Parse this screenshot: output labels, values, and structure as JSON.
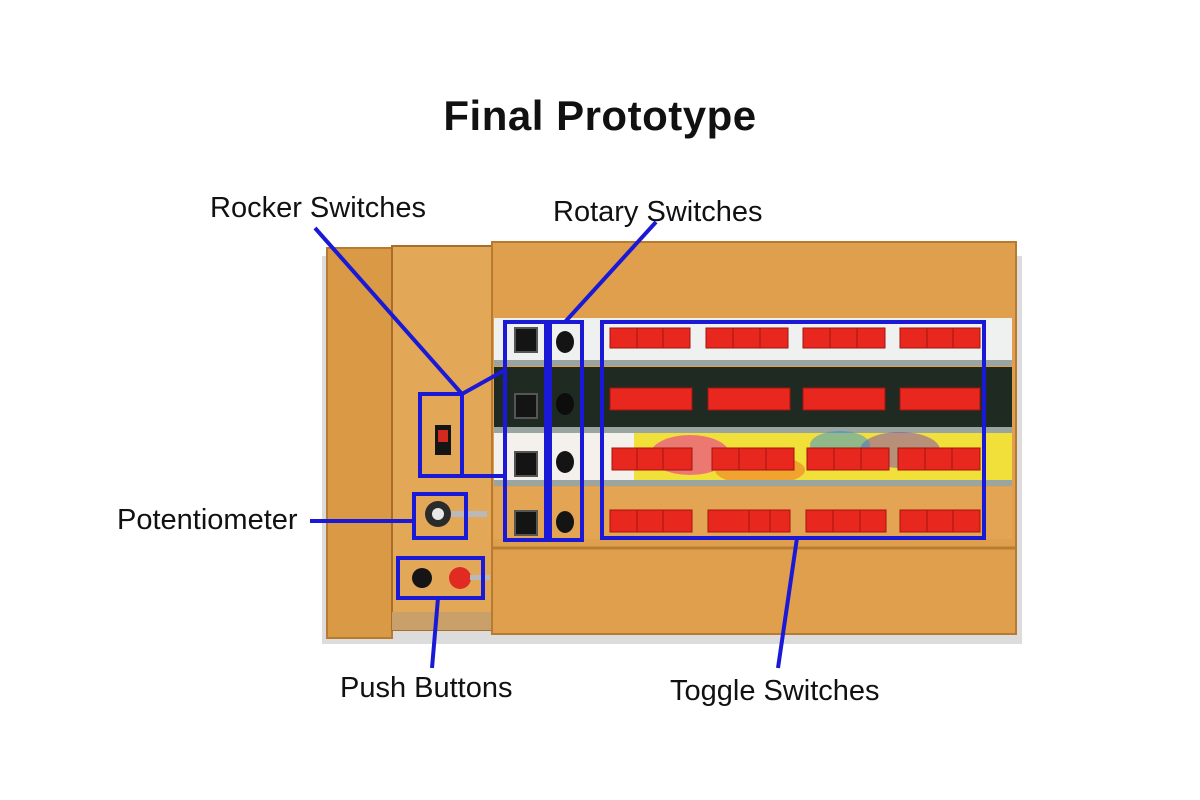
{
  "title": "Final Prototype",
  "labels": {
    "rocker": "Rocker Switches",
    "rotary": "Rotary Switches",
    "potentiometer": "Potentiometer",
    "push": "Push Buttons",
    "toggle": "Toggle Switches"
  },
  "colors": {
    "annotation": "#1a1ad6",
    "wood": "#d99a45",
    "toggle_red": "#e8281e",
    "dark_strip": "#1f2a22",
    "white_strip": "#eef1ef"
  },
  "icons": [
    "rocker-switch-icon",
    "rotary-switch-icon",
    "potentiometer-knob-icon",
    "push-button-icon",
    "toggle-switch-icon"
  ]
}
